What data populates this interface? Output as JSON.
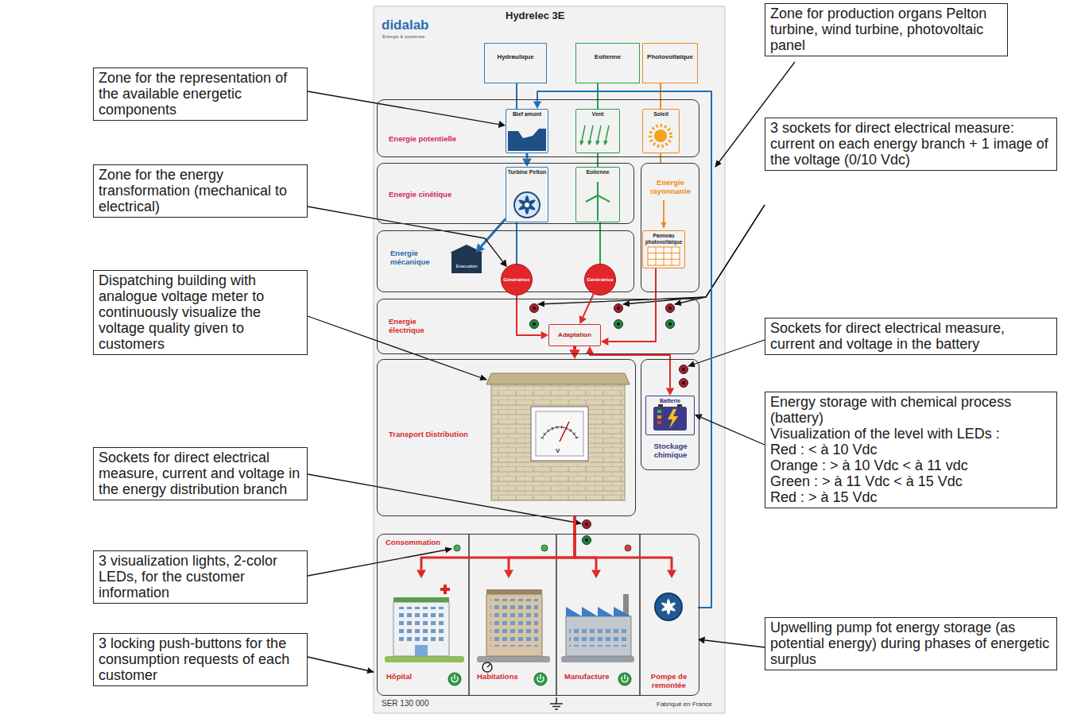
{
  "diagram": {
    "title": "Hydrelec 3E",
    "nodes": [
      {
        "text": [
          "Zone for the representation of the available energetic components"
        ]
      },
      {
        "text": [
          "Zone for the energy transformation (mechanical to electrical)"
        ]
      },
      {
        "text": [
          "Dispatching building with analogue voltage meter to continuously visualize the voltage quality given to customers"
        ]
      },
      {
        "text": [
          "Sockets for direct electrical measure, current and voltage in the energy distribution branch"
        ]
      },
      {
        "text": [
          "3 visualization lights, 2-color LEDs, for the customer information"
        ]
      },
      {
        "text": [
          "3 locking push-buttons for the consumption requests of each customer"
        ]
      },
      {
        "text": [
          "Hydraulique"
        ]
      },
      {
        "text": [
          "Eolienne"
        ]
      },
      {
        "text": [
          "Photovoltaïque"
        ]
      },
      {
        "text": [
          "Energie potentielle"
        ]
      },
      {
        "text": [
          "Bief amont"
        ],
        "in": 9
      },
      {
        "text": [
          "Vent"
        ],
        "in": 9
      },
      {
        "text": [
          "Soleil"
        ],
        "in": 9
      },
      {
        "text": [
          "Energie cinétique"
        ]
      },
      {
        "text": [
          "Turbine Pelton"
        ],
        "in": 13
      },
      {
        "text": [
          "Eolienne"
        ],
        "in": 13
      },
      {
        "text": [
          "Energie rayonnante"
        ]
      },
      {
        "text": [
          "Panneau photovoltaïque"
        ],
        "in": 16
      },
      {
        "text": [
          "Energie mécanique"
        ]
      },
      {
        "text": [
          "Evacuation"
        ],
        "in": 18
      },
      {
        "text": [
          "Génératrice"
        ]
      },
      {
        "text": [
          "Génératrice"
        ]
      },
      {
        "text": [
          "Energie électrique"
        ]
      },
      {
        "text": [
          "Adaptation"
        ],
        "in": 22
      },
      {
        "text": [
          "Transport Distribution"
        ]
      },
      {
        "text": [
          "Stockage chimique"
        ]
      },
      {
        "text": [
          "Batterie"
        ],
        "in": 25
      },
      {
        "text": [
          "Consommation"
        ]
      },
      {
        "text": [
          "Hôpital"
        ],
        "in": 27
      },
      {
        "text": [
          "Habitations"
        ],
        "in": 27
      },
      {
        "text": [
          "Manufacture"
        ],
        "in": 27
      },
      {
        "text": [
          "Pompe de remontée"
        ],
        "in": 27
      },
      {
        "text": [
          "Zone for production organs Pelton turbine, wind turbine, photovoltaic panel"
        ]
      },
      {
        "text": [
          "3 sockets for direct electrical measure: current on each energy branch + 1 image of the voltage (0/10 Vdc)"
        ]
      },
      {
        "text": [
          "Sockets for direct electrical measure, current and voltage in the battery"
        ]
      },
      {
        "text": [
          "Energy storage with chemical process (battery)",
          "Visualization of the level with LEDs :",
          "Red : < à 10 Vdc",
          "Orange : > à 10 Vdc < à 11 vdc",
          "Green : > à 11 Vdc < à 15 Vdc",
          "Red : > à 15 Vdc"
        ]
      },
      {
        "text": [
          "Upwelling pump fot energy storage (as potential energy) during phases of energetic surplus"
        ]
      }
    ],
    "edges": [
      {
        "from": 6,
        "to": 10,
        "arrow": "none"
      },
      {
        "from": 10,
        "to": 14,
        "arrow": "to"
      },
      {
        "from": 14,
        "to": 19,
        "arrow": "to"
      },
      {
        "from": 14,
        "to": 20,
        "arrow": "none"
      },
      {
        "from": 7,
        "to": 11,
        "arrow": "none"
      },
      {
        "from": 11,
        "to": 15,
        "arrow": "none"
      },
      {
        "from": 15,
        "to": 21,
        "arrow": "none"
      },
      {
        "from": 8,
        "to": 12,
        "arrow": "none"
      },
      {
        "from": 12,
        "to": 16,
        "arrow": "none"
      },
      {
        "from": 20,
        "to": 23,
        "arrow": "to"
      },
      {
        "from": 21,
        "to": 23,
        "arrow": "to"
      },
      {
        "from": 17,
        "to": 23,
        "arrow": "to"
      },
      {
        "from": 23,
        "to": 24,
        "arrow": "to"
      },
      {
        "from": 23,
        "to": 26,
        "arrow": "both"
      },
      {
        "from": 24,
        "to": 28,
        "arrow": "to"
      },
      {
        "from": 24,
        "to": 29,
        "arrow": "to"
      },
      {
        "from": 24,
        "to": 30,
        "arrow": "to"
      },
      {
        "from": 24,
        "to": 31,
        "arrow": "to"
      },
      {
        "from": 31,
        "to": 10,
        "arrow": "to"
      },
      {
        "from": 0,
        "to": 10,
        "arrow": "to"
      },
      {
        "from": 1,
        "to": 20,
        "arrow": "to"
      },
      {
        "from": 35,
        "to": 26,
        "arrow": "to"
      },
      {
        "from": 36,
        "to": 31,
        "arrow": "to"
      }
    ],
    "labels": [
      "didalab",
      "Energie & systèmes",
      "V",
      "SER 130 000",
      "Fabriqué en France"
    ]
  }
}
